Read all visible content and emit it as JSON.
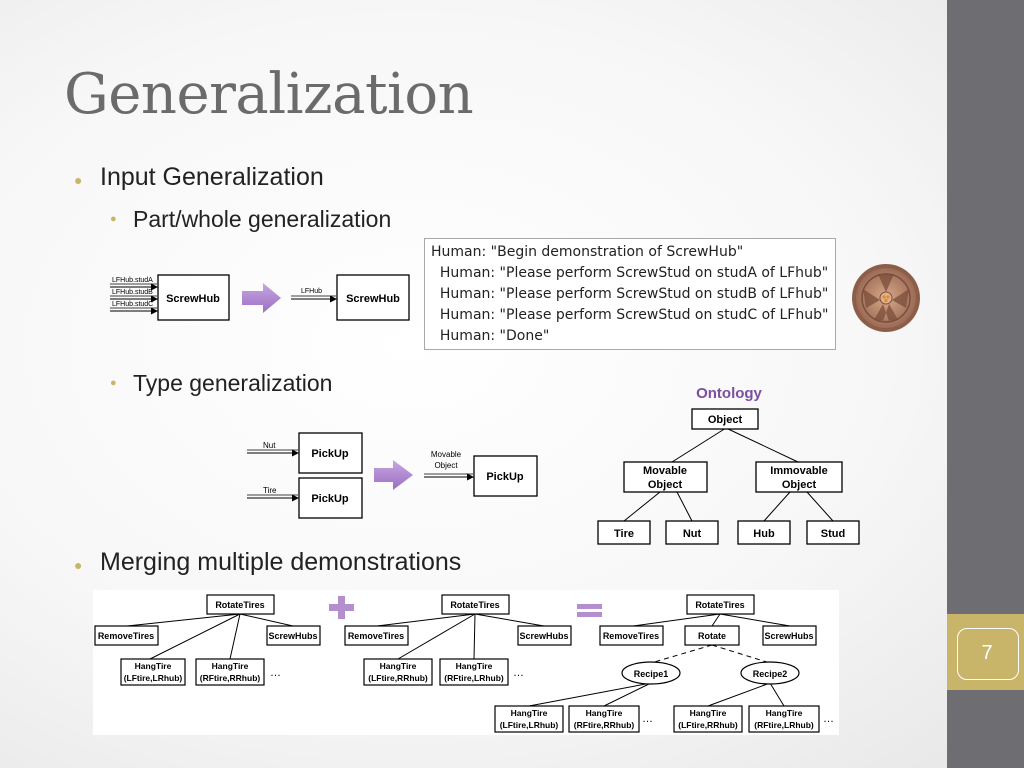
{
  "slide": {
    "title": "Generalization",
    "page_number": "7",
    "accent_color": "#c9b56a",
    "sidebar_color": "#6e6d72"
  },
  "bullets": {
    "input_generalization": "Input Generalization",
    "part_whole": "Part/whole generalization",
    "type_generalization": "Type generalization",
    "merging": "Merging multiple demonstrations"
  },
  "part_whole_diagram": {
    "inputs": [
      "LFHub.studA",
      "LFHub.studB",
      "LFHub.studC"
    ],
    "box_left": "ScrewHub",
    "input_right": "LFHub",
    "box_right": "ScrewHub"
  },
  "transcript": {
    "lines": [
      "Human: \"Begin demonstration of ScrewHub\"",
      "  Human: \"Please perform ScrewStud on studA of LFhub\"",
      "  Human: \"Please perform ScrewStud on studB of LFhub\"",
      "  Human: \"Please perform ScrewStud on studC of LFhub\"",
      "  Human: \"Done\""
    ]
  },
  "type_diagram": {
    "input_top": "Nut",
    "input_bottom": "Tire",
    "box_top": "PickUp",
    "box_bottom": "PickUp",
    "input_right": "Movable\nObject",
    "input_right_line1": "Movable",
    "input_right_line2": "Object",
    "box_right": "PickUp"
  },
  "ontology": {
    "heading": "Ontology",
    "heading_color": "#7b4fa0",
    "root": "Object",
    "movable_line1": "Movable",
    "movable_line2": "Object",
    "immovable_line1": "Immovable",
    "immovable_line2": "Object",
    "leaves": [
      "Tire",
      "Nut",
      "Hub",
      "Stud"
    ]
  },
  "merge_diagram": {
    "tree1": {
      "root": "RotateTires",
      "children": [
        "RemoveTires",
        "ScrewHubs"
      ],
      "hang": [
        {
          "line1": "HangTire",
          "line2": "(LFtire,LRhub)"
        },
        {
          "line1": "HangTire",
          "line2": "(RFtire,RRhub)"
        }
      ],
      "ellipsis": "…"
    },
    "tree2": {
      "root": "RotateTires",
      "children": [
        "RemoveTires",
        "ScrewHubs"
      ],
      "hang": [
        {
          "line1": "HangTire",
          "line2": "(LFtire,RRhub)"
        },
        {
          "line1": "HangTire",
          "line2": "(RFtire,LRhub)"
        }
      ],
      "ellipsis": "…"
    },
    "tree3": {
      "root": "RotateTires",
      "children": [
        "RemoveTires",
        "Rotate",
        "ScrewHubs"
      ],
      "recipes": [
        "Recipe1",
        "Recipe2"
      ],
      "hang": [
        {
          "line1": "HangTire",
          "line2": "(LFtire,LRhub)"
        },
        {
          "line1": "HangTire",
          "line2": "(RFtire,RRhub)"
        },
        {
          "line1": "HangTire",
          "line2": "(LFtire,RRhub)"
        },
        {
          "line1": "HangTire",
          "line2": "(RFtire,LRhub)"
        }
      ],
      "ellipsis": "…"
    },
    "plus_color": "#b48fcf",
    "equals_color": "#b48fcf"
  }
}
